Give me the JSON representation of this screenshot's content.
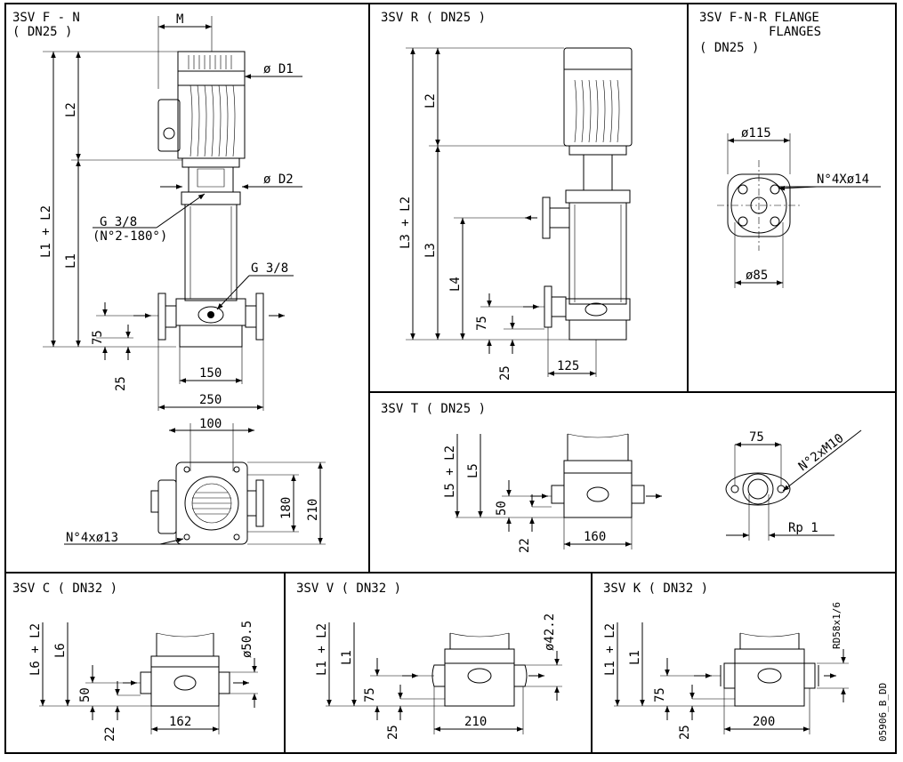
{
  "panels": {
    "fn": {
      "title": "3SV F - N",
      "subtitle": "( DN25 )"
    },
    "r": {
      "title": "3SV R ( DN25 )"
    },
    "flange": {
      "title": "3SV F-N-R FLANGE",
      "title2": "FLANGES",
      "subtitle": "( DN25 )"
    },
    "t": {
      "title": "3SV T ( DN25 )"
    },
    "c": {
      "title": "3SV C ( DN32 )"
    },
    "v": {
      "title": "3SV V ( DN32 )"
    },
    "k": {
      "title": "3SV K ( DN32 )"
    }
  },
  "dims": {
    "M": "M",
    "D1": "ø D1",
    "D2": "ø D2",
    "L1L2": "L1 + L2",
    "L1": "L1",
    "L2": "L2",
    "G38": "G 3/8",
    "G38n": "(N°2-180°)",
    "d75": "75",
    "d25": "25",
    "d150": "150",
    "d250": "250",
    "d100": "100",
    "d180": "180",
    "d210": "210",
    "holes13": "N°4xø13",
    "L3L2": "L3 + L2",
    "L3": "L3",
    "L4": "L4",
    "d125": "125",
    "f115": "ø115",
    "f85": "ø85",
    "holes14": "N°4Xø14",
    "L5L2": "L5 + L2",
    "L5": "L5",
    "d50": "50",
    "d22": "22",
    "d160": "160",
    "M10": "N°2xM10",
    "Rp1": "Rp 1",
    "L6L2": "L6 + L2",
    "L6": "L6",
    "d505": "ø50.5",
    "d162": "162",
    "d422": "ø42.2",
    "RD58": "RD58x1/6",
    "d200": "200",
    "code": "05906_B_DD"
  },
  "icons": [
    "flow-arrow-icon",
    "impeller-icon"
  ]
}
